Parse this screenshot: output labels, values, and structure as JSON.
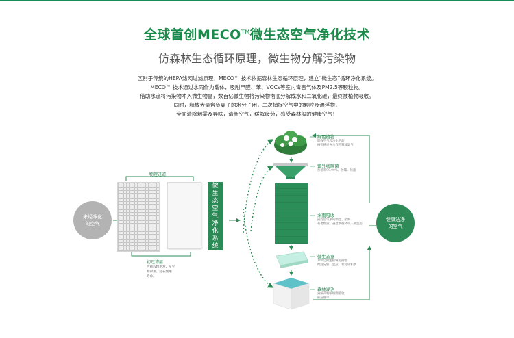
{
  "header": {
    "title_part1": "全球首创MECO",
    "title_tm": "TM",
    "title_part2": "微生态空气净化技术",
    "subtitle": "仿森林生态循环原理，微生物分解污染物"
  },
  "description": [
    "区别于传统的HEPA滤网过滤原理，MECO™ 技术依据森林生态循环原理，建立“微生态”循环净化系统。",
    "MECO™ 技术通过水雨作为载体，吸附甲醛、苯、VOCs等室内毒害气体及PM2.5等颗粒物。",
    "借助水流将污染物冲入微生物盒，数百亿微生物将污染物彻底分解成水和二氧化碳，最终被植物吸收。",
    "同时，释放大量含负离子的水分子团，二次捕捉空气中的颗粒及漂浮物，",
    "全面清除烟雾及异味，清新空气，缓解疲劳，感受森林般的健康空气！"
  ],
  "diagram": {
    "input_circle": [
      "未经净化",
      "的空气"
    ],
    "output_circle": [
      "健康洁净",
      "的空气"
    ],
    "physical_filter_label": "物理过滤",
    "primary_filter_label": "初过滤层",
    "primary_filter_note": [
      "拦截较粗毛发、灰尘",
      "和杂质，延长使用",
      "寿命。"
    ],
    "system_label": "微生态空气净化系统",
    "steps": [
      {
        "title": "绿色植物",
        "note": [
          "吸收空气和净化后的",
          "植物通过光合作用释放氧气"
        ]
      },
      {
        "title": "紫外线除菌",
        "note": [
          "杀菌率99.99%，防霉、除菌"
        ]
      },
      {
        "title": "水雨吸收",
        "note": [
          "捕捉空气中的颗粒，吸附",
          "有害物质，通过水循环带入微生态"
        ]
      },
      {
        "title": "微生态室",
        "note": [
          "100亿微生物将污染物",
          "彻底分解，生成二氧化碳和水"
        ]
      },
      {
        "title": "森林湖泊",
        "note": [
          "分解产物被植物吸收，",
          "形成循环"
        ]
      }
    ]
  },
  "colors": {
    "brand_green": "#1a8a4a",
    "tank_green": "#2b8e58",
    "gray": "#b3b3b3"
  }
}
